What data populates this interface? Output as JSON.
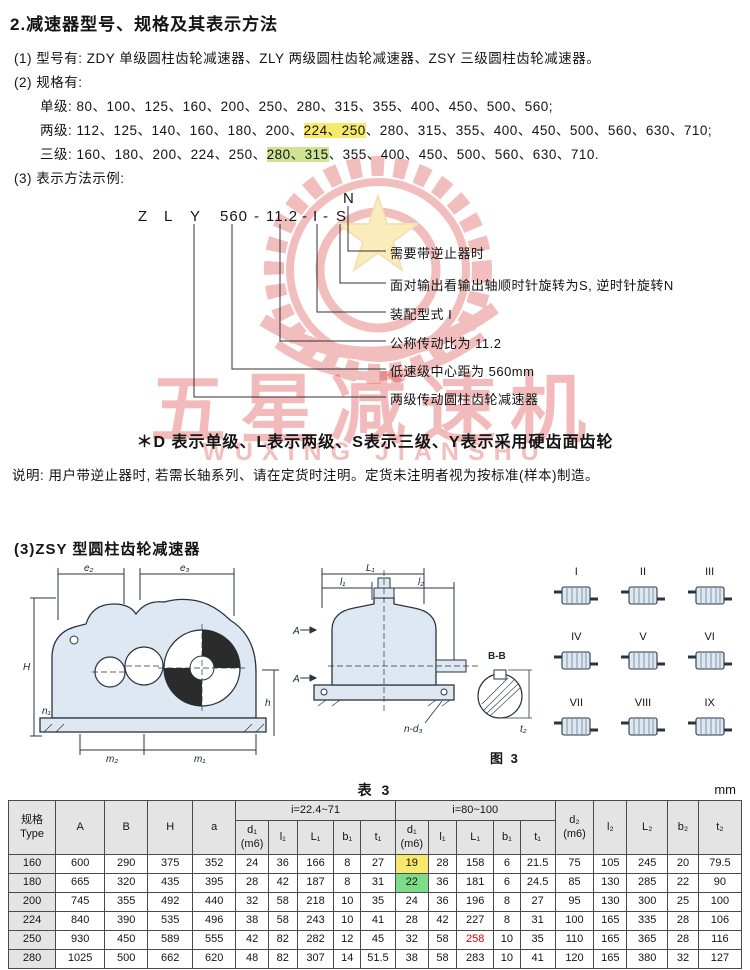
{
  "document": {
    "title": "2.减速器型号、规格及其表示方法",
    "para_model": "(1) 型号有: ZDY 单级圆柱齿轮减速器、ZLY 两级圆柱齿轮减速器、ZSY 三级圆柱齿轮减速器。",
    "para_spec": "(2) 规格有:",
    "spec_single": "单级: 80、100、125、160、200、250、280、315、355、400、450、500、560;",
    "spec_double": {
      "pre": "两级: 112、125、140、160、180、200、",
      "highlight": "224、250",
      "post": "、280、315、355、400、450、500、560、630、710;"
    },
    "spec_triple": {
      "pre": "三级: 160、180、200、224、250、",
      "highlight": "280、315",
      "post": "、355、400、450、500、560、630、710."
    },
    "para_example": "(3) 表示方法示例:",
    "star_note": "＊D 表示单级、L表示两级、S表示三级、Y表示采用硬齿面齿轮",
    "note": "说明: 用户带逆止器时, 若需长轴系列、请在定货时注明。定货未注明者视为按标准(样本)制造。",
    "section_zsy": "(3)ZSY 型圆柱齿轮减速器"
  },
  "designation": {
    "code": [
      "Z",
      "L",
      "Y",
      "560",
      "-",
      "11.2",
      "-",
      "I",
      "-",
      "S"
    ],
    "n_option": "N",
    "explanations": [
      "需要带逆止器时",
      "面对输出看输出轴顺时针旋转为S, 逆时针旋转N",
      "装配型式 I",
      "公称传动比为 11.2",
      "低速级中心距为 560mm",
      "两级传动圆柱齿轮减速器"
    ]
  },
  "watermark": {
    "cn": "五星减速机",
    "en": "WUXING JIANSHU",
    "color": "#d62828"
  },
  "figure": {
    "caption": "图 3",
    "left_labels": [
      "e₂",
      "e₃",
      "H",
      "h",
      "n₁",
      "m₂",
      "m₁"
    ],
    "mid_labels": {
      "L1": "L₁",
      "l1": "l₁",
      "l2": "l₂",
      "A": "A",
      "bolt_note": "n-d₃"
    },
    "detail": {
      "label": "B-B",
      "t2": "t₂"
    },
    "assembly_numerals": [
      "I",
      "II",
      "III",
      "IV",
      "V",
      "VI",
      "VII",
      "VIII",
      "IX"
    ]
  },
  "table": {
    "caption": "表 3",
    "unit": "mm",
    "head": {
      "spec_cn": "规格",
      "spec_en": "Type",
      "A": "A",
      "B": "B",
      "H": "H",
      "a": "a",
      "group1": "i=22.4~71",
      "group2": "i=80~100",
      "d1": "d₁",
      "m6": "(m6)",
      "l1": "l₁",
      "L1": "L₁",
      "b1": "b₁",
      "t1": "t₁",
      "d2": "d₂",
      "l2": "l₂",
      "L2": "L₂",
      "b2": "b₂",
      "t2": "t₂"
    },
    "rows": [
      [
        "160",
        600,
        290,
        375,
        352,
        24,
        36,
        166,
        8,
        27,
        19,
        28,
        158,
        6,
        21.5,
        75,
        105,
        245,
        20,
        79.5
      ],
      [
        "180",
        665,
        320,
        435,
        395,
        28,
        42,
        187,
        8,
        31,
        22,
        36,
        181,
        6,
        24.5,
        85,
        130,
        285,
        22,
        90
      ],
      [
        "200",
        745,
        355,
        492,
        440,
        32,
        58,
        218,
        10,
        35,
        24,
        36,
        196,
        8,
        27,
        95,
        130,
        300,
        25,
        100
      ],
      [
        "224",
        840,
        390,
        535,
        496,
        38,
        58,
        243,
        10,
        41,
        28,
        42,
        227,
        8,
        31,
        100,
        165,
        335,
        28,
        106
      ],
      [
        "250",
        930,
        450,
        589,
        555,
        42,
        82,
        282,
        12,
        45,
        32,
        58,
        258,
        10,
        35,
        110,
        165,
        365,
        28,
        116
      ],
      [
        "280",
        1025,
        500,
        662,
        620,
        48,
        82,
        307,
        14,
        51.5,
        38,
        58,
        283,
        10,
        41,
        120,
        165,
        380,
        32,
        127
      ]
    ],
    "highlights": {
      "0,10": "yellow",
      "1,10": "green",
      "4,12": "red"
    }
  }
}
